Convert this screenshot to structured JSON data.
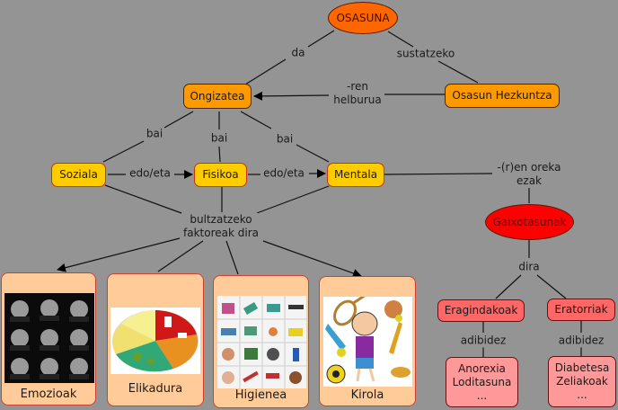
{
  "nodes": {
    "osasuna": "OSASUNA",
    "ongizatea": "Ongizatea",
    "osasun_hezkuntza": "Osasun Hezkuntza",
    "soziala": "Soziala",
    "fisikoa": "Fisikoa",
    "mentala": "Mentala",
    "gaixotasunak": "Gaixotasunak",
    "eragindakoak": "Eragindakoak",
    "eratorriak": "Eratorriak",
    "eragindakoak_examples": [
      "Anorexia",
      "Loditasuna",
      "..."
    ],
    "eratorriak_examples": [
      "Diabetesa",
      "Zeliakoak",
      "..."
    ]
  },
  "links": {
    "da": "da",
    "sustatzeko": "sustatzeko",
    "ren_helburua": [
      "-ren",
      "helburua"
    ],
    "bai_1": "bai",
    "bai_2": "bai",
    "bai_3": "bai",
    "edo_eta_1": "edo/eta",
    "edo_eta_2": "edo/eta",
    "oreka_ezak": [
      "-(r)en oreka",
      "ezak"
    ],
    "bultzatzeko": [
      "bultzatzeko",
      "faktoreak dira"
    ],
    "dira": "dira",
    "adibidez_1": "adibidez",
    "adibidez_2": "adibidez"
  },
  "cards": [
    {
      "caption": "Emozioak",
      "image": "children-faces-photo"
    },
    {
      "caption": "Elikadura",
      "image": "food-plate-pie"
    },
    {
      "caption": "Higienea",
      "image": "hygiene-pictograms"
    },
    {
      "caption": "Kirola",
      "image": "sports-cartoon"
    }
  ],
  "colors": {
    "background": "#949494",
    "osasuna": "#ff6600",
    "orange_node": "#ff9900",
    "yellow_node": "#ffcc00",
    "gaixotasunak": "#ff0000",
    "disease_type": "#ff6666",
    "disease_example": "#ff9999",
    "card": "#ffcc99"
  }
}
